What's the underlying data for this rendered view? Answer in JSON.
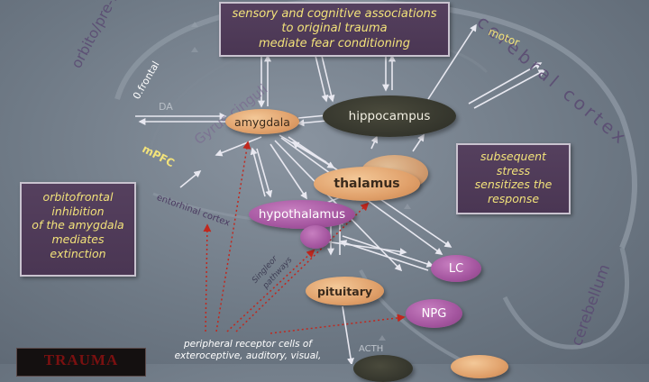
{
  "title_box": {
    "lines": [
      "sensory and cognitive associations",
      "to original trauma",
      "mediate fear conditioning"
    ]
  },
  "left_box": {
    "lines": [
      "orbitofrontal",
      "inhibition",
      "of the amygdala",
      "mediates",
      "extinction"
    ]
  },
  "right_box": {
    "lines": [
      "subsequent",
      "stress",
      "sensitizes the",
      "response"
    ]
  },
  "nodes": {
    "amygdala": "amygdala",
    "hippocampus": "hippocampus",
    "thalamus": "thalamus",
    "hypothalamus": "hypothalamus",
    "pituitary": "pituitary",
    "lc": "LC",
    "npg": "NPG"
  },
  "labels": {
    "ofrontal": "0.frontal",
    "mpfc": "mPFC",
    "motor": "motor",
    "cerebral_cortex": "cerebral cortex",
    "orbito_prefrontal_cortex": "orbito/pre-frontal cortex",
    "gyrus_cinguli": "Gyrus cinguli",
    "entorhinal_cortex": "entorhinal cortex",
    "cerebellum": "cerebellum",
    "singleor_pathways": [
      "Singleor",
      "pathways"
    ],
    "da": "DA",
    "acth": "ACTH"
  },
  "footer": {
    "lines": [
      "peripheral receptor cells of",
      "exteroceptive, auditory, visual,"
    ]
  },
  "trauma": "TRAUMA",
  "colors": {
    "panel_bg": "#4a3653",
    "panel_text": "#f2e27a",
    "orange_node": "#e0a06a",
    "purple_node": "#a4559f",
    "dark_node": "#34352c",
    "arrow": "#e8e8f0",
    "dotted": "#c0281e",
    "region_text": "#4a3a60"
  }
}
